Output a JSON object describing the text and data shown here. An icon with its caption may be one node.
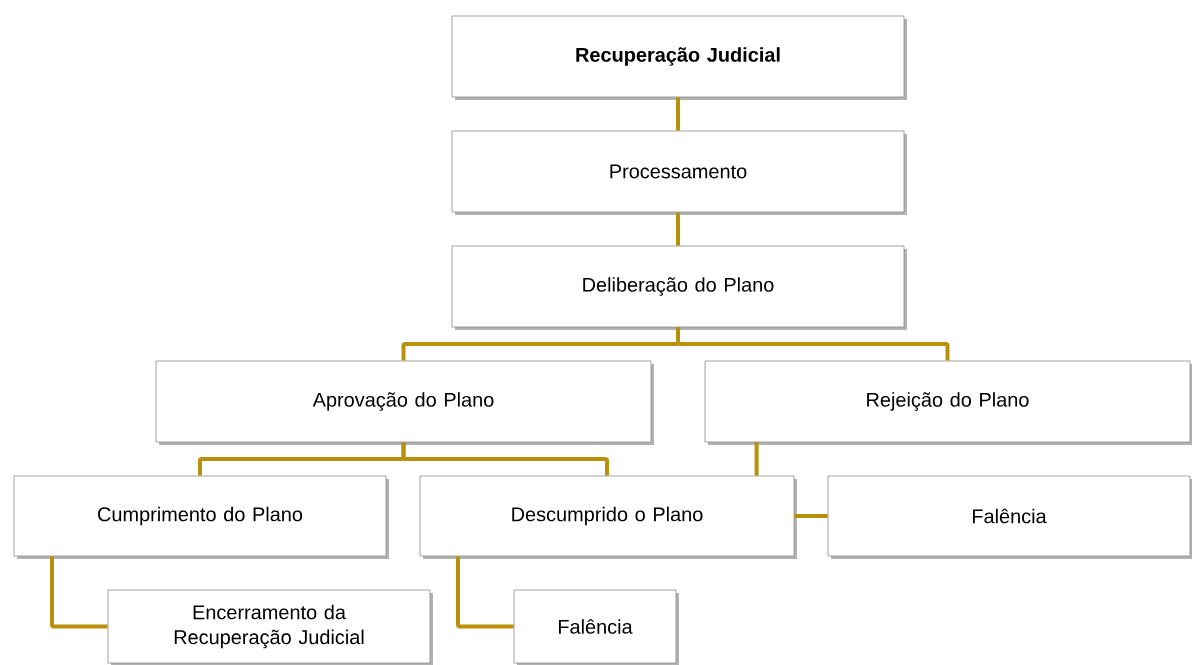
{
  "diagram": {
    "nodes": [
      {
        "text": [
          "Recuperação Judicial"
        ]
      },
      {
        "text": [
          "Processamento"
        ]
      },
      {
        "text": [
          "Deliberação do Plano"
        ]
      },
      {
        "text": [
          "Aprovação do Plano"
        ]
      },
      {
        "text": [
          "Rejeição do Plano"
        ]
      },
      {
        "text": [
          "Cumprimento do Plano"
        ]
      },
      {
        "text": [
          "Descumprido o Plano"
        ]
      },
      {
        "text": [
          "Falência"
        ]
      },
      {
        "text": [
          "Encerramento da Recuperação Judicial"
        ]
      },
      {
        "text": [
          "Falência"
        ]
      }
    ],
    "edges": [
      {
        "from": 0,
        "to": 1,
        "arrow": "none"
      },
      {
        "from": 1,
        "to": 2,
        "arrow": "none"
      },
      {
        "from": 2,
        "to": 3,
        "arrow": "none"
      },
      {
        "from": 2,
        "to": 4,
        "arrow": "none"
      },
      {
        "from": 3,
        "to": 5,
        "arrow": "none"
      },
      {
        "from": 3,
        "to": 6,
        "arrow": "none"
      },
      {
        "from": 4,
        "to": 6,
        "arrow": "none"
      },
      {
        "from": 6,
        "to": 7,
        "arrow": "none"
      },
      {
        "from": 5,
        "to": 8,
        "arrow": "none"
      },
      {
        "from": 6,
        "to": 9,
        "arrow": "none"
      }
    ]
  }
}
